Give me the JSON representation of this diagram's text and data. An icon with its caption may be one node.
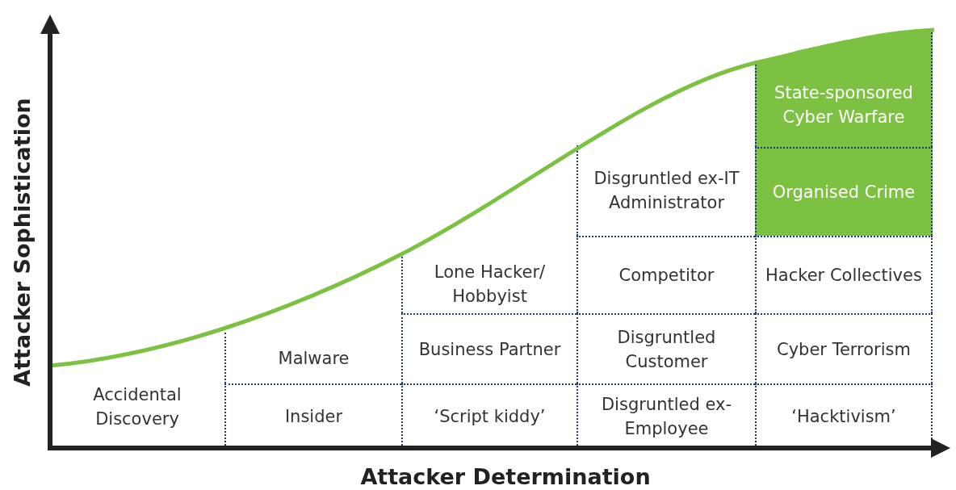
{
  "diagram": {
    "nodes": [
      {
        "text": [
          "Accidental Discovery"
        ]
      },
      {
        "text": [
          "Malware"
        ]
      },
      {
        "text": [
          "Insider"
        ]
      },
      {
        "text": [
          "Lone Hacker/ Hobbyist"
        ]
      },
      {
        "text": [
          "Business Partner"
        ]
      },
      {
        "text": [
          "‘Script kiddy’"
        ]
      },
      {
        "text": [
          "Disgruntled ex-IT Administrator"
        ]
      },
      {
        "text": [
          "Competitor"
        ]
      },
      {
        "text": [
          "Disgruntled Customer"
        ]
      },
      {
        "text": [
          "Disgruntled ex-Employee"
        ]
      },
      {
        "text": [
          "State-sponsored Cyber Warfare"
        ]
      },
      {
        "text": [
          "Organised Crime"
        ]
      },
      {
        "text": [
          "Hacker Collectives"
        ]
      },
      {
        "text": [
          "Cyber Terrorism"
        ]
      },
      {
        "text": [
          "‘Hacktivism’"
        ]
      }
    ],
    "labels": [
      "Attacker Sophistication",
      "Attacker Determination"
    ]
  }
}
